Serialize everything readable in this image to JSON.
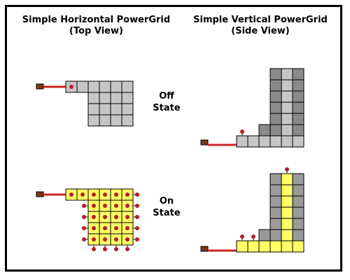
{
  "titles": {
    "horizontal": {
      "line1": "Simple Horizontal PowerGrid",
      "line2": "(Top View)"
    },
    "vertical": {
      "line1": "Simple Vertical PowerGrid",
      "line2": "(Side View)"
    }
  },
  "states": {
    "off": {
      "line1": "Off",
      "line2": "State"
    },
    "on": {
      "line1": "On",
      "line2": "State"
    }
  },
  "colors": {
    "off_block": "#c6c6c6",
    "off_block_dark": "#8a8a8a",
    "on_block": "#ffff66",
    "tall_block": "#9a9a9a",
    "grid_line": "#000000",
    "dot": "#b81d2b",
    "wire": "#cc2222",
    "lever_body": "#7a3a14"
  }
}
